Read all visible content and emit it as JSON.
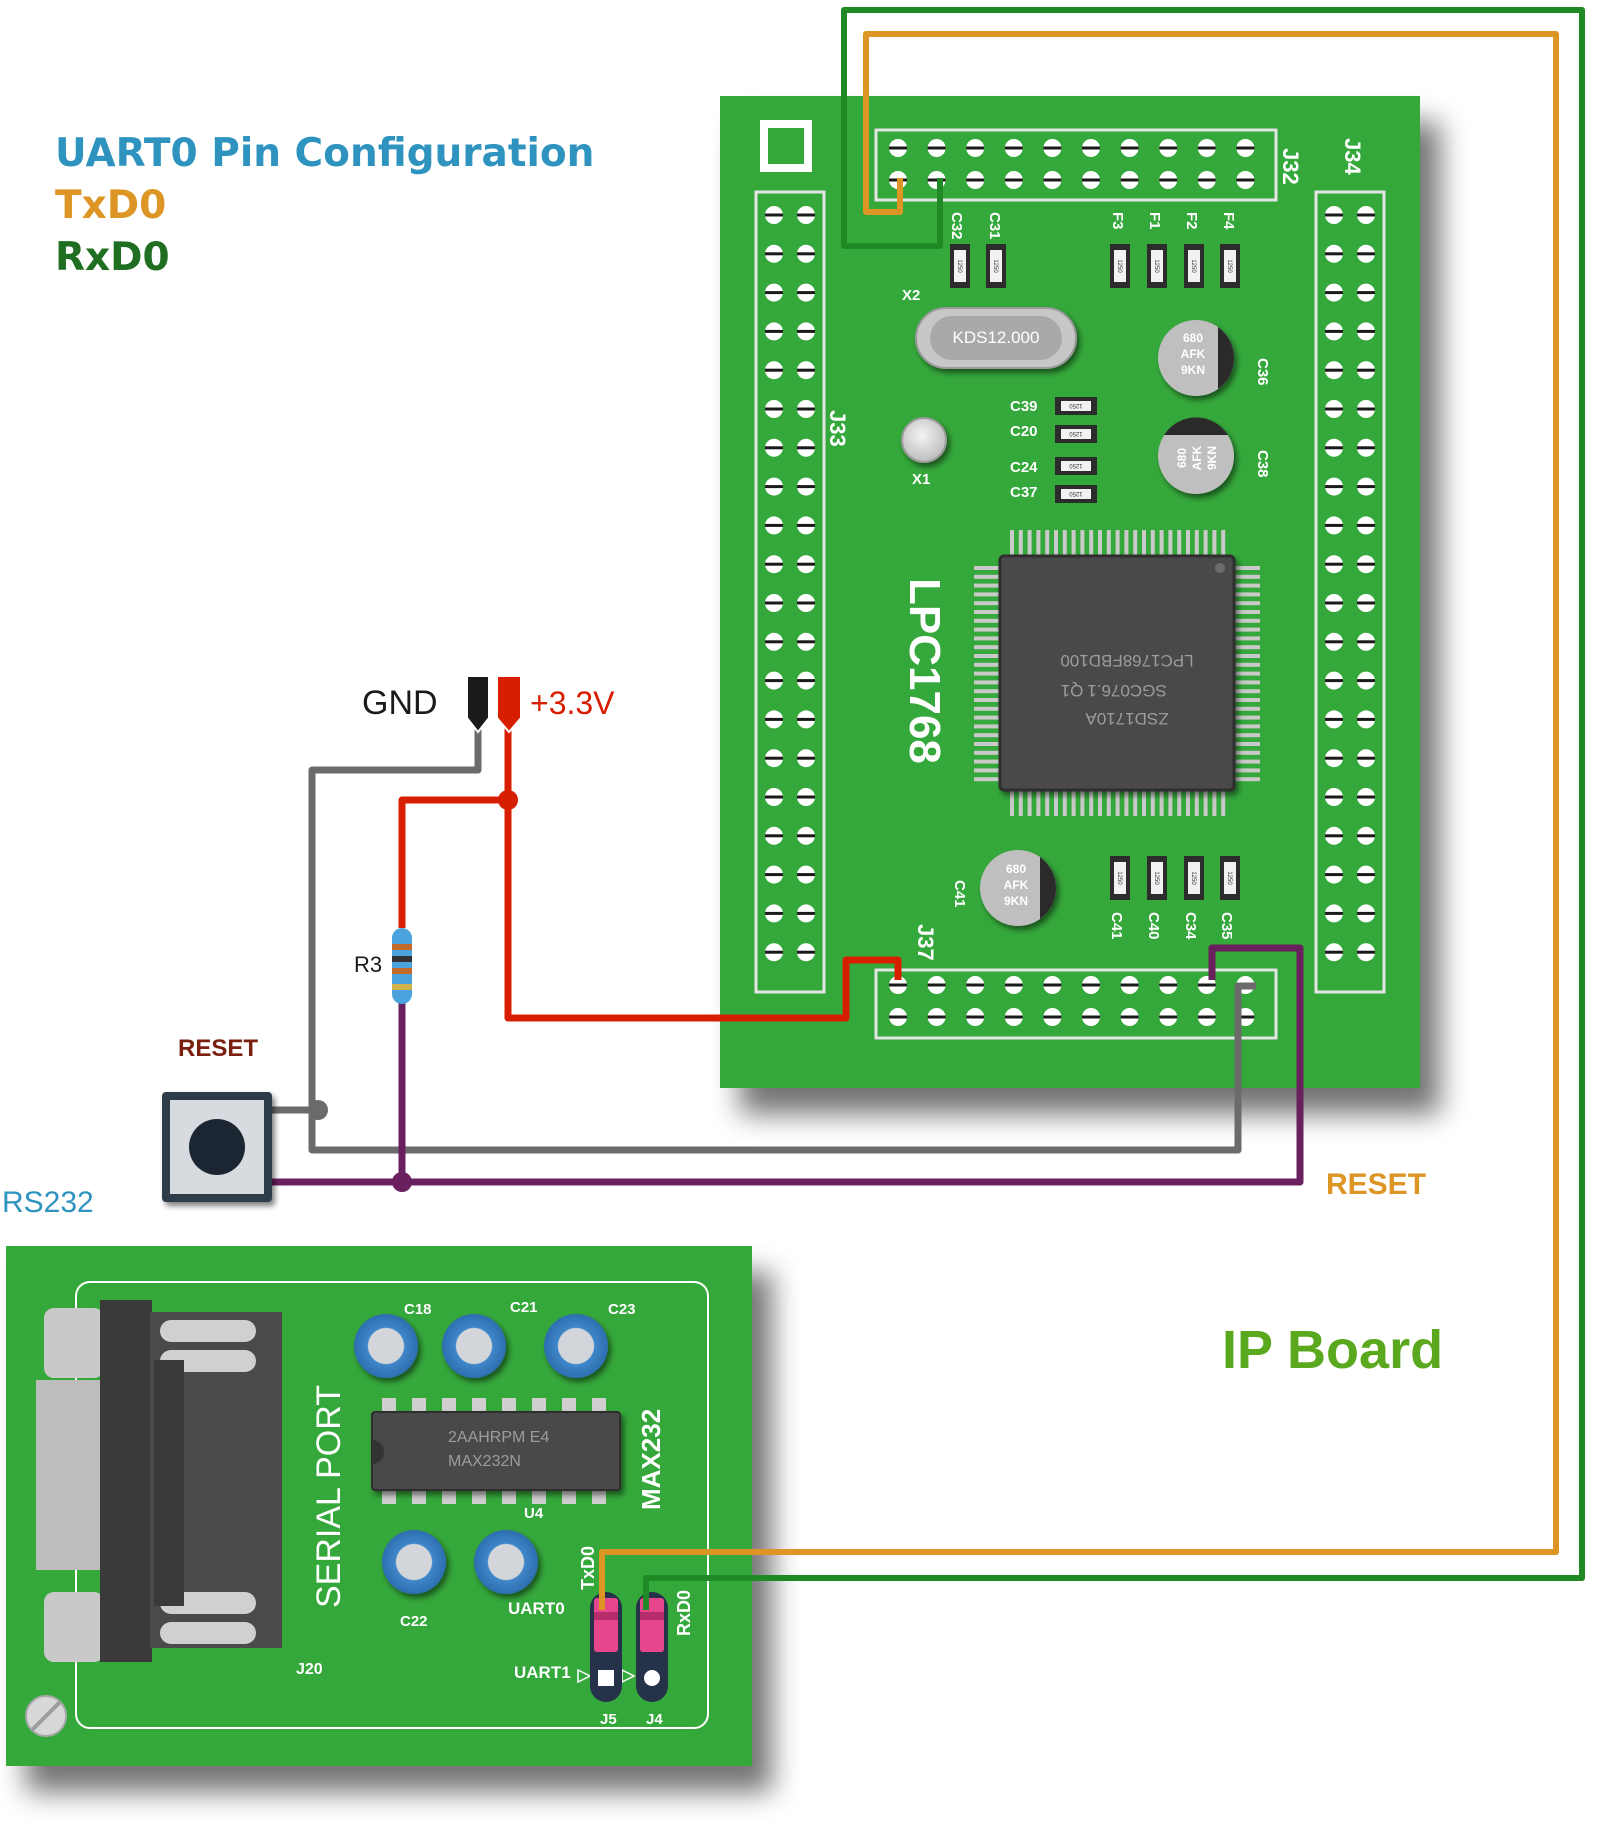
{
  "legend": {
    "title": "UART0 Pin Configuration",
    "txd": "TxD0",
    "rxd": "RxD0"
  },
  "colors": {
    "title": "#2e93be",
    "txd_wire": "#dd9626",
    "rxd_wire": "#1f8a25",
    "vcc_wire": "#d81e00",
    "gnd_wire": "#6b6b6b",
    "reset_wire": "#6a1f5e",
    "board_green": "#34a83a",
    "ip_board_label": "#5aa81e"
  },
  "power": {
    "gnd_label": "GND",
    "vcc_label": "+3.3V"
  },
  "resistor": {
    "label": "R3"
  },
  "reset_button": {
    "label": "RESET"
  },
  "reset_net_label": "RESET",
  "ip_board": {
    "label": "IP Board",
    "mcu_label": "LPC1768",
    "chip_lines": [
      "ZSD1710A",
      "SGC076.1",
      "Q1",
      "LPC1768FBD100"
    ],
    "crystal_x2": {
      "ref": "X2",
      "text": "KDS12.000"
    },
    "crystal_x1": {
      "ref": "X1"
    },
    "headers": [
      "J32",
      "J33",
      "J34",
      "J37"
    ],
    "caps_top": [
      "C32",
      "C31",
      "F3",
      "F1",
      "F2",
      "F4"
    ],
    "caps_mid": [
      "C39",
      "C20",
      "C24",
      "C37"
    ],
    "electrolytic_text": [
      "680",
      "AFK",
      "9KN"
    ],
    "electrolytic_refs": [
      "C36",
      "C38",
      "C41"
    ],
    "caps_bottom": [
      "C41",
      "C40",
      "C34",
      "C35"
    ],
    "smd_marking": "1250"
  },
  "rs232": {
    "label": "RS232",
    "serial_port_label": "SERIAL PORT",
    "connector_ref": "J20",
    "ic_label": "MAX232",
    "ic_text": [
      "2AAHRPM    E4",
      "MAX232N"
    ],
    "ic_ref": "U4",
    "caps": [
      "C18",
      "C21",
      "C23",
      "C22"
    ],
    "uart0": "UART0",
    "uart1": "UART1",
    "txd": "TxD0",
    "rxd": "RxD0",
    "jumpers": [
      "J5",
      "J4"
    ]
  }
}
